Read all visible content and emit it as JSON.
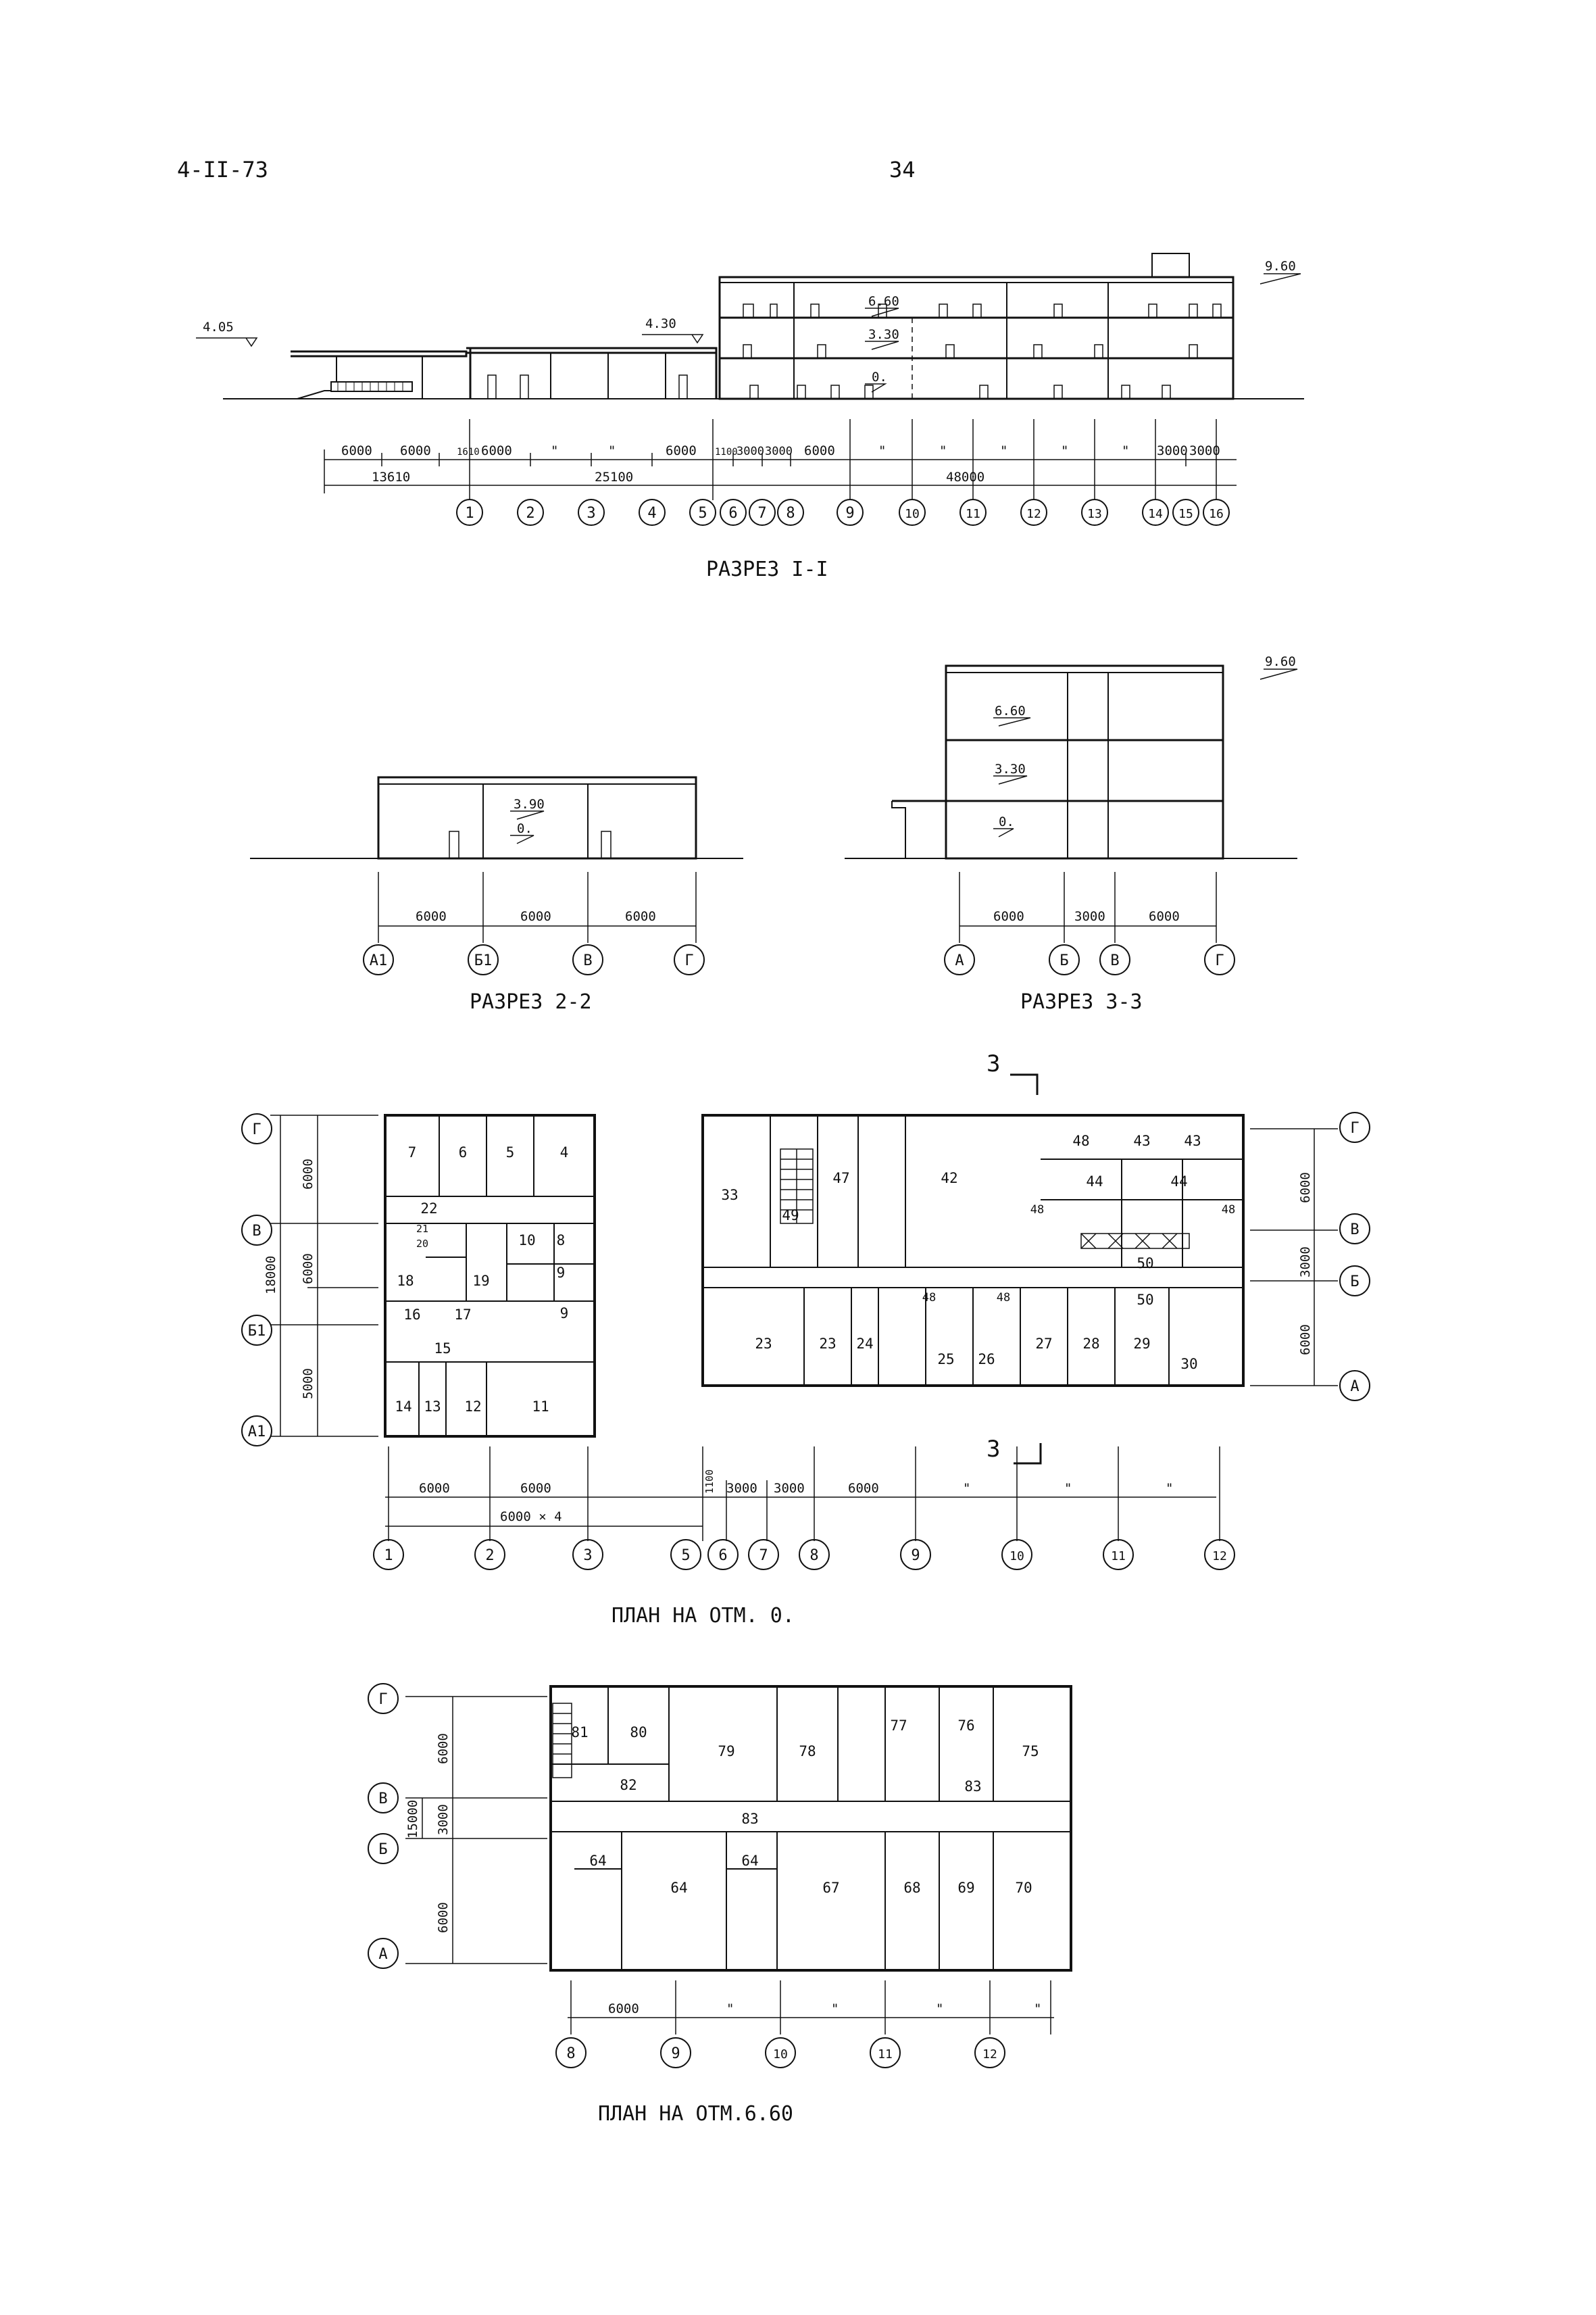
{
  "sheet": {
    "code": "4-II-73",
    "page": "34"
  },
  "section_1": {
    "title": "РАЗРЕЗ I-I",
    "levels": [
      "4.05",
      "4.30",
      "9.60",
      "6.60",
      "3.30",
      "0."
    ],
    "dims_row1": [
      "6000",
      "6000",
      "1610",
      "6000",
      "\"",
      "\"",
      "6000",
      "1100",
      "3000",
      "3000",
      "6000",
      "\"",
      "\"",
      "\"",
      "\"",
      "\"",
      "3000",
      "3000"
    ],
    "dims_row2": [
      "13610",
      "25100",
      "48000"
    ],
    "axes": [
      "1",
      "2",
      "3",
      "4",
      "5",
      "6",
      "7",
      "8",
      "9",
      "10",
      "11",
      "12",
      "13",
      "14",
      "15",
      "16"
    ]
  },
  "section_2": {
    "title": "РАЗРЕЗ 2-2",
    "levels": [
      "3.90",
      "0."
    ],
    "dims": [
      "6000",
      "6000",
      "6000"
    ],
    "axes": [
      "А1",
      "Б1",
      "В",
      "Г"
    ]
  },
  "section_3": {
    "title": "РАЗРЕЗ 3-3",
    "levels": [
      "9.60",
      "6.60",
      "3.30",
      "0."
    ],
    "dims": [
      "6000",
      "3000",
      "6000"
    ],
    "axes": [
      "А",
      "Б",
      "В",
      "Г"
    ]
  },
  "plan_0": {
    "title": "ПЛАН НА ОТМ. 0.",
    "section_mark": "3",
    "rooms_left": [
      "7",
      "6",
      "5",
      "4",
      "22",
      "21",
      "20",
      "10",
      "8",
      "18",
      "19",
      "9",
      "16",
      "17",
      "9",
      "15",
      "14",
      "13",
      "12",
      "11"
    ],
    "rooms_right": [
      "33",
      "47",
      "42",
      "49",
      "48",
      "43",
      "43",
      "44",
      "44",
      "48",
      "48",
      "50",
      "48",
      "48",
      "50",
      "23",
      "23",
      "24",
      "25",
      "26",
      "27",
      "28",
      "29",
      "30"
    ],
    "left_dims": [
      "6000",
      "6000",
      "5000",
      "18000"
    ],
    "right_dims": [
      "6000",
      "3000",
      "6000"
    ],
    "bottom_dims": [
      "6000",
      "6000",
      "6000 × 4",
      "1100",
      "3000",
      "3000",
      "6000",
      "\"",
      "\"",
      "\""
    ],
    "axes_left": [
      "Г",
      "В",
      "Б1",
      "А1"
    ],
    "axes_right": [
      "Г",
      "В",
      "Б",
      "А"
    ],
    "axes_bottom": [
      "1",
      "2",
      "3",
      "5",
      "6",
      "7",
      "8",
      "9",
      "10",
      "11",
      "12"
    ]
  },
  "plan_660": {
    "title": "ПЛАН НА ОТМ.6.60",
    "rooms": [
      "81",
      "80",
      "79",
      "78",
      "77",
      "76",
      "75",
      "82",
      "83",
      "83",
      "64",
      "64",
      "64",
      "67",
      "68",
      "69",
      "70"
    ],
    "left_dims": [
      "6000",
      "3000",
      "6000",
      "15000"
    ],
    "bottom_dims": [
      "6000",
      "\"",
      "\"",
      "\"",
      "\""
    ],
    "axes_left": [
      "Г",
      "В",
      "Б",
      "А"
    ],
    "axes_bottom": [
      "8",
      "9",
      "10",
      "11",
      "12"
    ]
  }
}
